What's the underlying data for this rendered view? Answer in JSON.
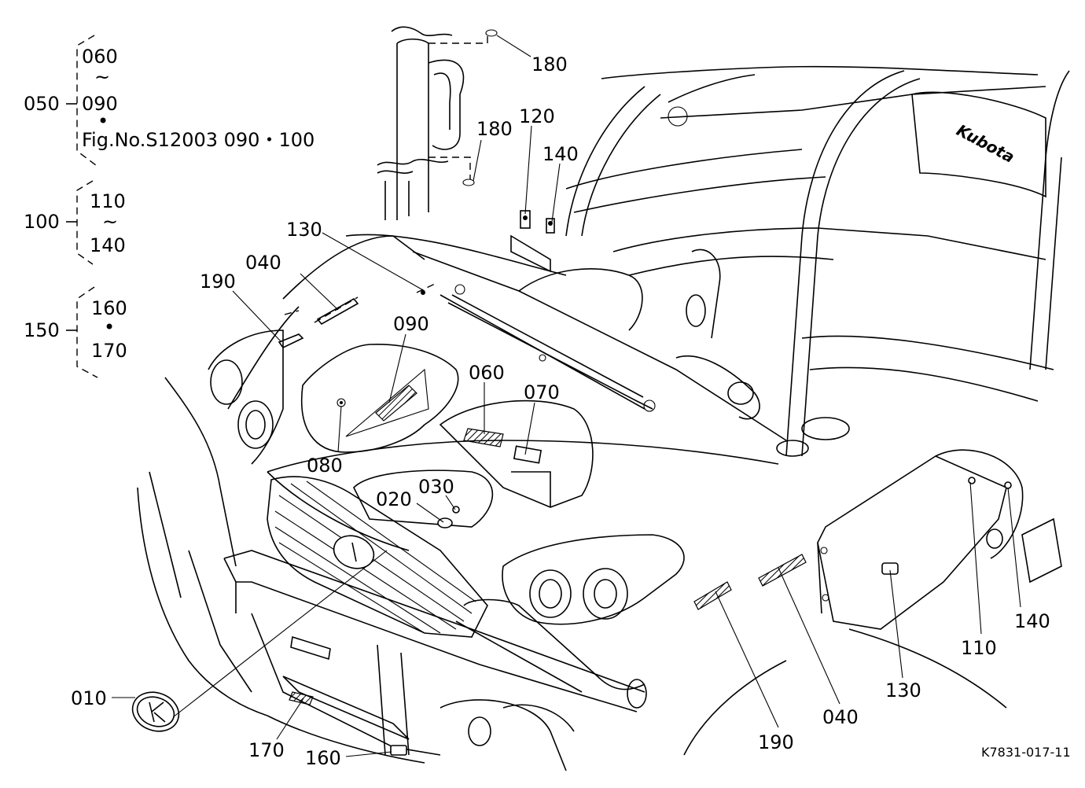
{
  "groups": [
    {
      "id": "050",
      "items": [
        "060",
        "~",
        "090",
        "•",
        "Fig.No.S12003  090・100"
      ]
    },
    {
      "id": "100",
      "items": [
        "110",
        "~",
        "140"
      ]
    },
    {
      "id": "150",
      "items": [
        "160",
        "•",
        "170"
      ]
    }
  ],
  "callouts": {
    "c180a": "180",
    "c180b": "180",
    "c120": "120",
    "c140a": "140",
    "c130a": "130",
    "c040a": "040",
    "c190a": "190",
    "c090": "090",
    "c060": "060",
    "c070": "070",
    "c080": "080",
    "c020": "020",
    "c030": "030",
    "c010": "010",
    "c170": "170",
    "c160": "160",
    "c190b": "190",
    "c040b": "040",
    "c130b": "130",
    "c110": "110",
    "c140b": "140"
  },
  "figure_code": "K7831-017-11"
}
